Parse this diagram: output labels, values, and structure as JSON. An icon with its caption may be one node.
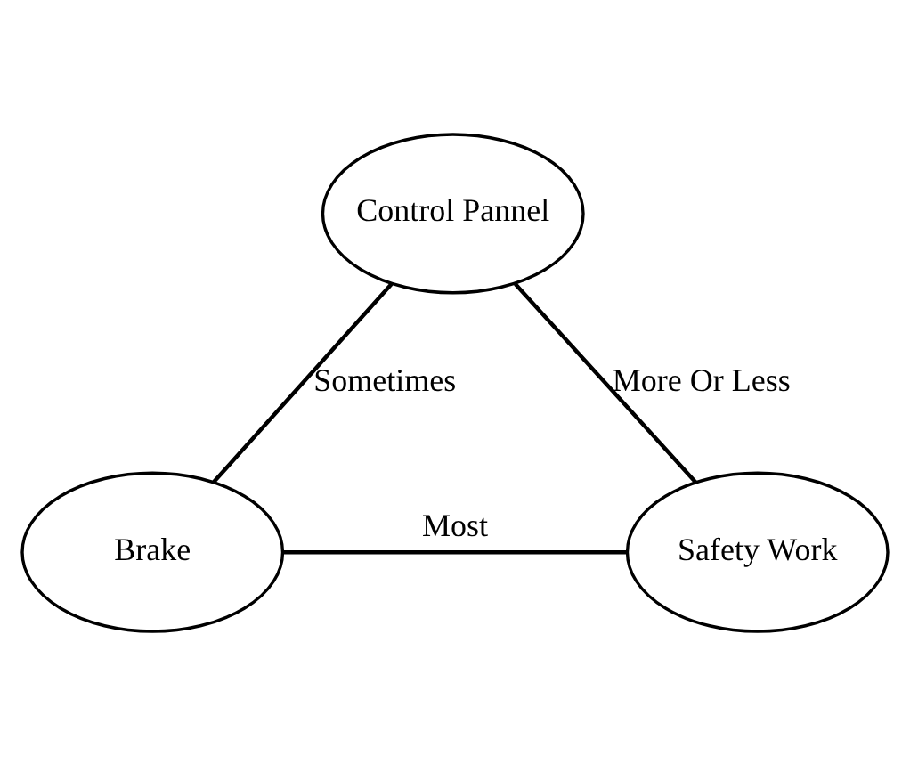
{
  "diagram": {
    "nodes": [
      {
        "text": [
          "Control Pannel"
        ]
      },
      {
        "text": [
          "Brake"
        ]
      },
      {
        "text": [
          "Safety Work"
        ]
      }
    ],
    "edges": [
      {
        "from": 0,
        "to": 1,
        "arrow": "none",
        "label": "Sometimes"
      },
      {
        "from": 0,
        "to": 2,
        "arrow": "none",
        "label": "More Or Less"
      },
      {
        "from": 1,
        "to": 2,
        "arrow": "none",
        "label": "Most"
      }
    ]
  }
}
